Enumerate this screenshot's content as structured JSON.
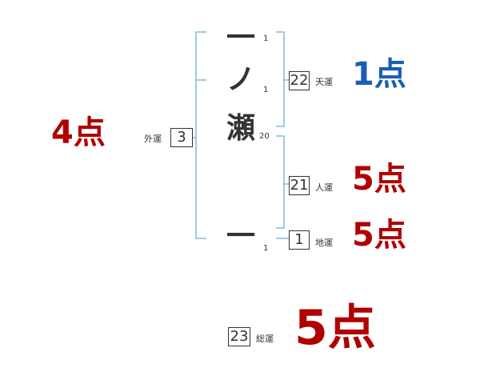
{
  "name": {
    "characters": [
      {
        "glyph": "一",
        "strokes": "1"
      },
      {
        "glyph": "ノ",
        "strokes": "1"
      },
      {
        "glyph": "瀬",
        "strokes": "20"
      },
      {
        "glyph": "一",
        "strokes": "1"
      }
    ]
  },
  "fortunes": {
    "tenkaku": {
      "value": "22",
      "label": "天運",
      "score": "1点"
    },
    "jinkaku": {
      "value": "21",
      "label": "人運",
      "score": "5点"
    },
    "chikaku": {
      "value": "1",
      "label": "地運",
      "score": "5点"
    },
    "gaikaku": {
      "value": "3",
      "label": "外運",
      "score": "4点"
    },
    "soukaku": {
      "value": "23",
      "label": "総運",
      "score": "5点"
    }
  },
  "colors": {
    "bracket": "#7fb8e0",
    "score_blue": "#1a5fb4",
    "score_red": "#b00000",
    "text": "#333333"
  }
}
